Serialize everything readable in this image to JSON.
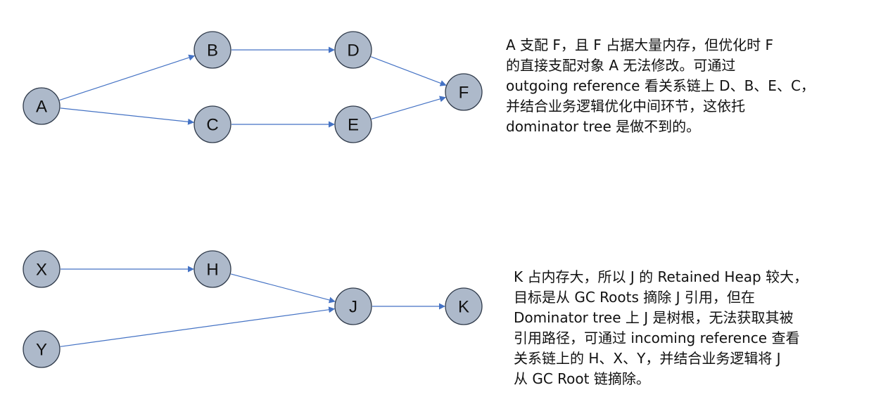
{
  "diagram1": {
    "nodes": [
      {
        "id": "A",
        "label": "A"
      },
      {
        "id": "B",
        "label": "B"
      },
      {
        "id": "C",
        "label": "C"
      },
      {
        "id": "D",
        "label": "D"
      },
      {
        "id": "E",
        "label": "E"
      },
      {
        "id": "F",
        "label": "F"
      }
    ],
    "edges": [
      {
        "from": "A",
        "to": "B"
      },
      {
        "from": "A",
        "to": "C"
      },
      {
        "from": "B",
        "to": "D"
      },
      {
        "from": "C",
        "to": "E"
      },
      {
        "from": "D",
        "to": "F"
      },
      {
        "from": "E",
        "to": "F"
      }
    ],
    "description_lines": [
      "A 支配 F，且 F 占据大量内存，但优化时 F",
      "的直接支配对象 A 无法修改。可通过",
      "outgoing reference 看关系链上 D、B、E、C，",
      "并结合业务逻辑优化中间环节，这依托",
      "dominator tree 是做不到的。"
    ]
  },
  "diagram2": {
    "nodes": [
      {
        "id": "X",
        "label": "X"
      },
      {
        "id": "H",
        "label": "H"
      },
      {
        "id": "Y",
        "label": "Y"
      },
      {
        "id": "J",
        "label": "J"
      },
      {
        "id": "K",
        "label": "K"
      }
    ],
    "edges": [
      {
        "from": "X",
        "to": "H"
      },
      {
        "from": "H",
        "to": "J"
      },
      {
        "from": "Y",
        "to": "J"
      },
      {
        "from": "J",
        "to": "K"
      }
    ],
    "description_lines": [
      "K 占内存大，所以 J 的 Retained Heap 较大，",
      "目标是从 GC Roots 摘除 J 引用，但在",
      "Dominator tree 上 J 是树根，无法获取其被",
      "引用路径，可通过 incoming reference 查看",
      "关系链上的 H、X、Y，并结合业务逻辑将 J",
      "从 GC Root 链摘除。"
    ]
  },
  "colors": {
    "node_fill": "#adb9ca",
    "node_stroke": "#2f3a4a",
    "edge": "#4472c4",
    "text": "#111111"
  }
}
